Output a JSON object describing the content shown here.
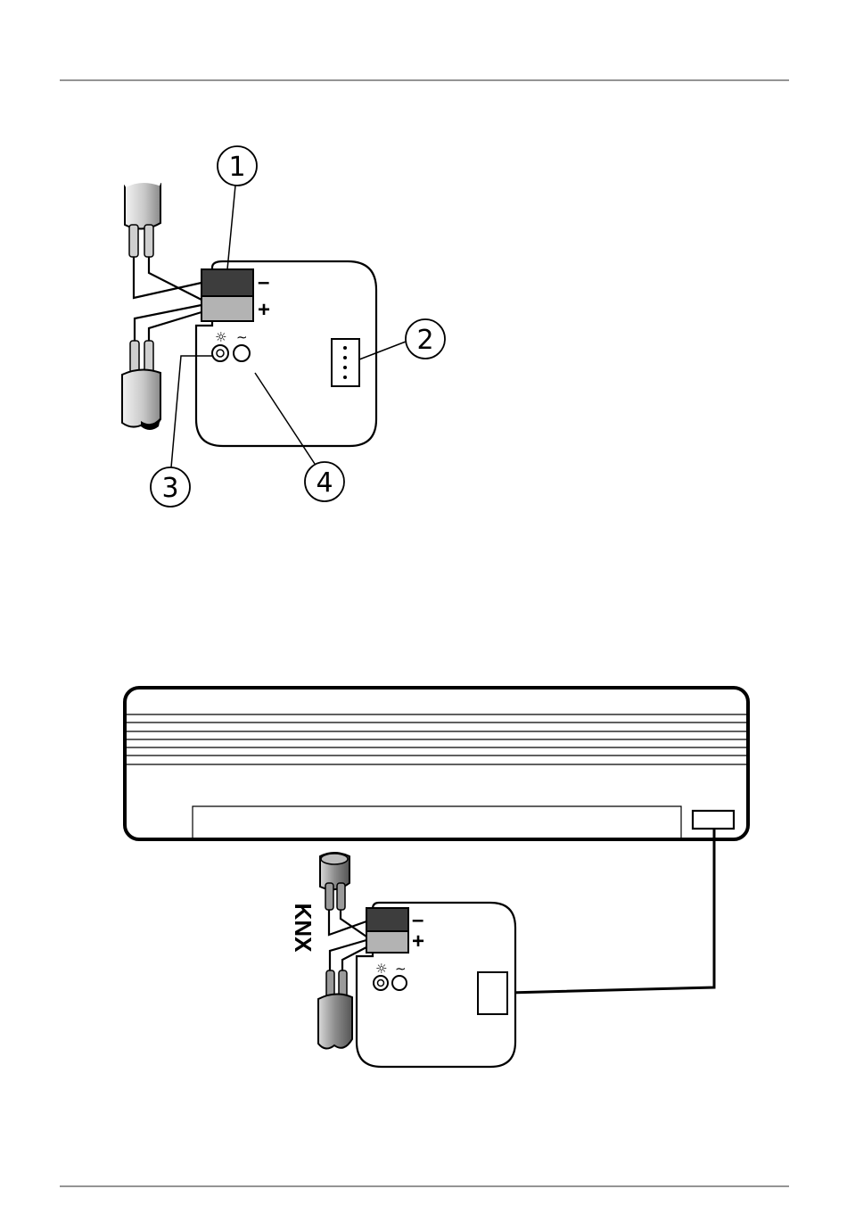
{
  "diagram1": {
    "terminal_minus": "–",
    "terminal_plus": "+",
    "led_symbol": "☼",
    "prog_symbol": "∼",
    "callouts": [
      "1",
      "2",
      "3",
      "4"
    ]
  },
  "diagram2": {
    "terminal_minus": "–",
    "terminal_plus": "+",
    "led_symbol": "☼",
    "prog_symbol": "∼",
    "bus_label": "KNX"
  },
  "colors": {
    "line": "#000000",
    "terminal_minus_fill": "#3d3d3d",
    "terminal_plus_fill": "#b3b3b3",
    "cable_fill": "#cfcfcf",
    "cable_dark_fill": "#808080",
    "wire_fill": "#bdbdbd"
  }
}
